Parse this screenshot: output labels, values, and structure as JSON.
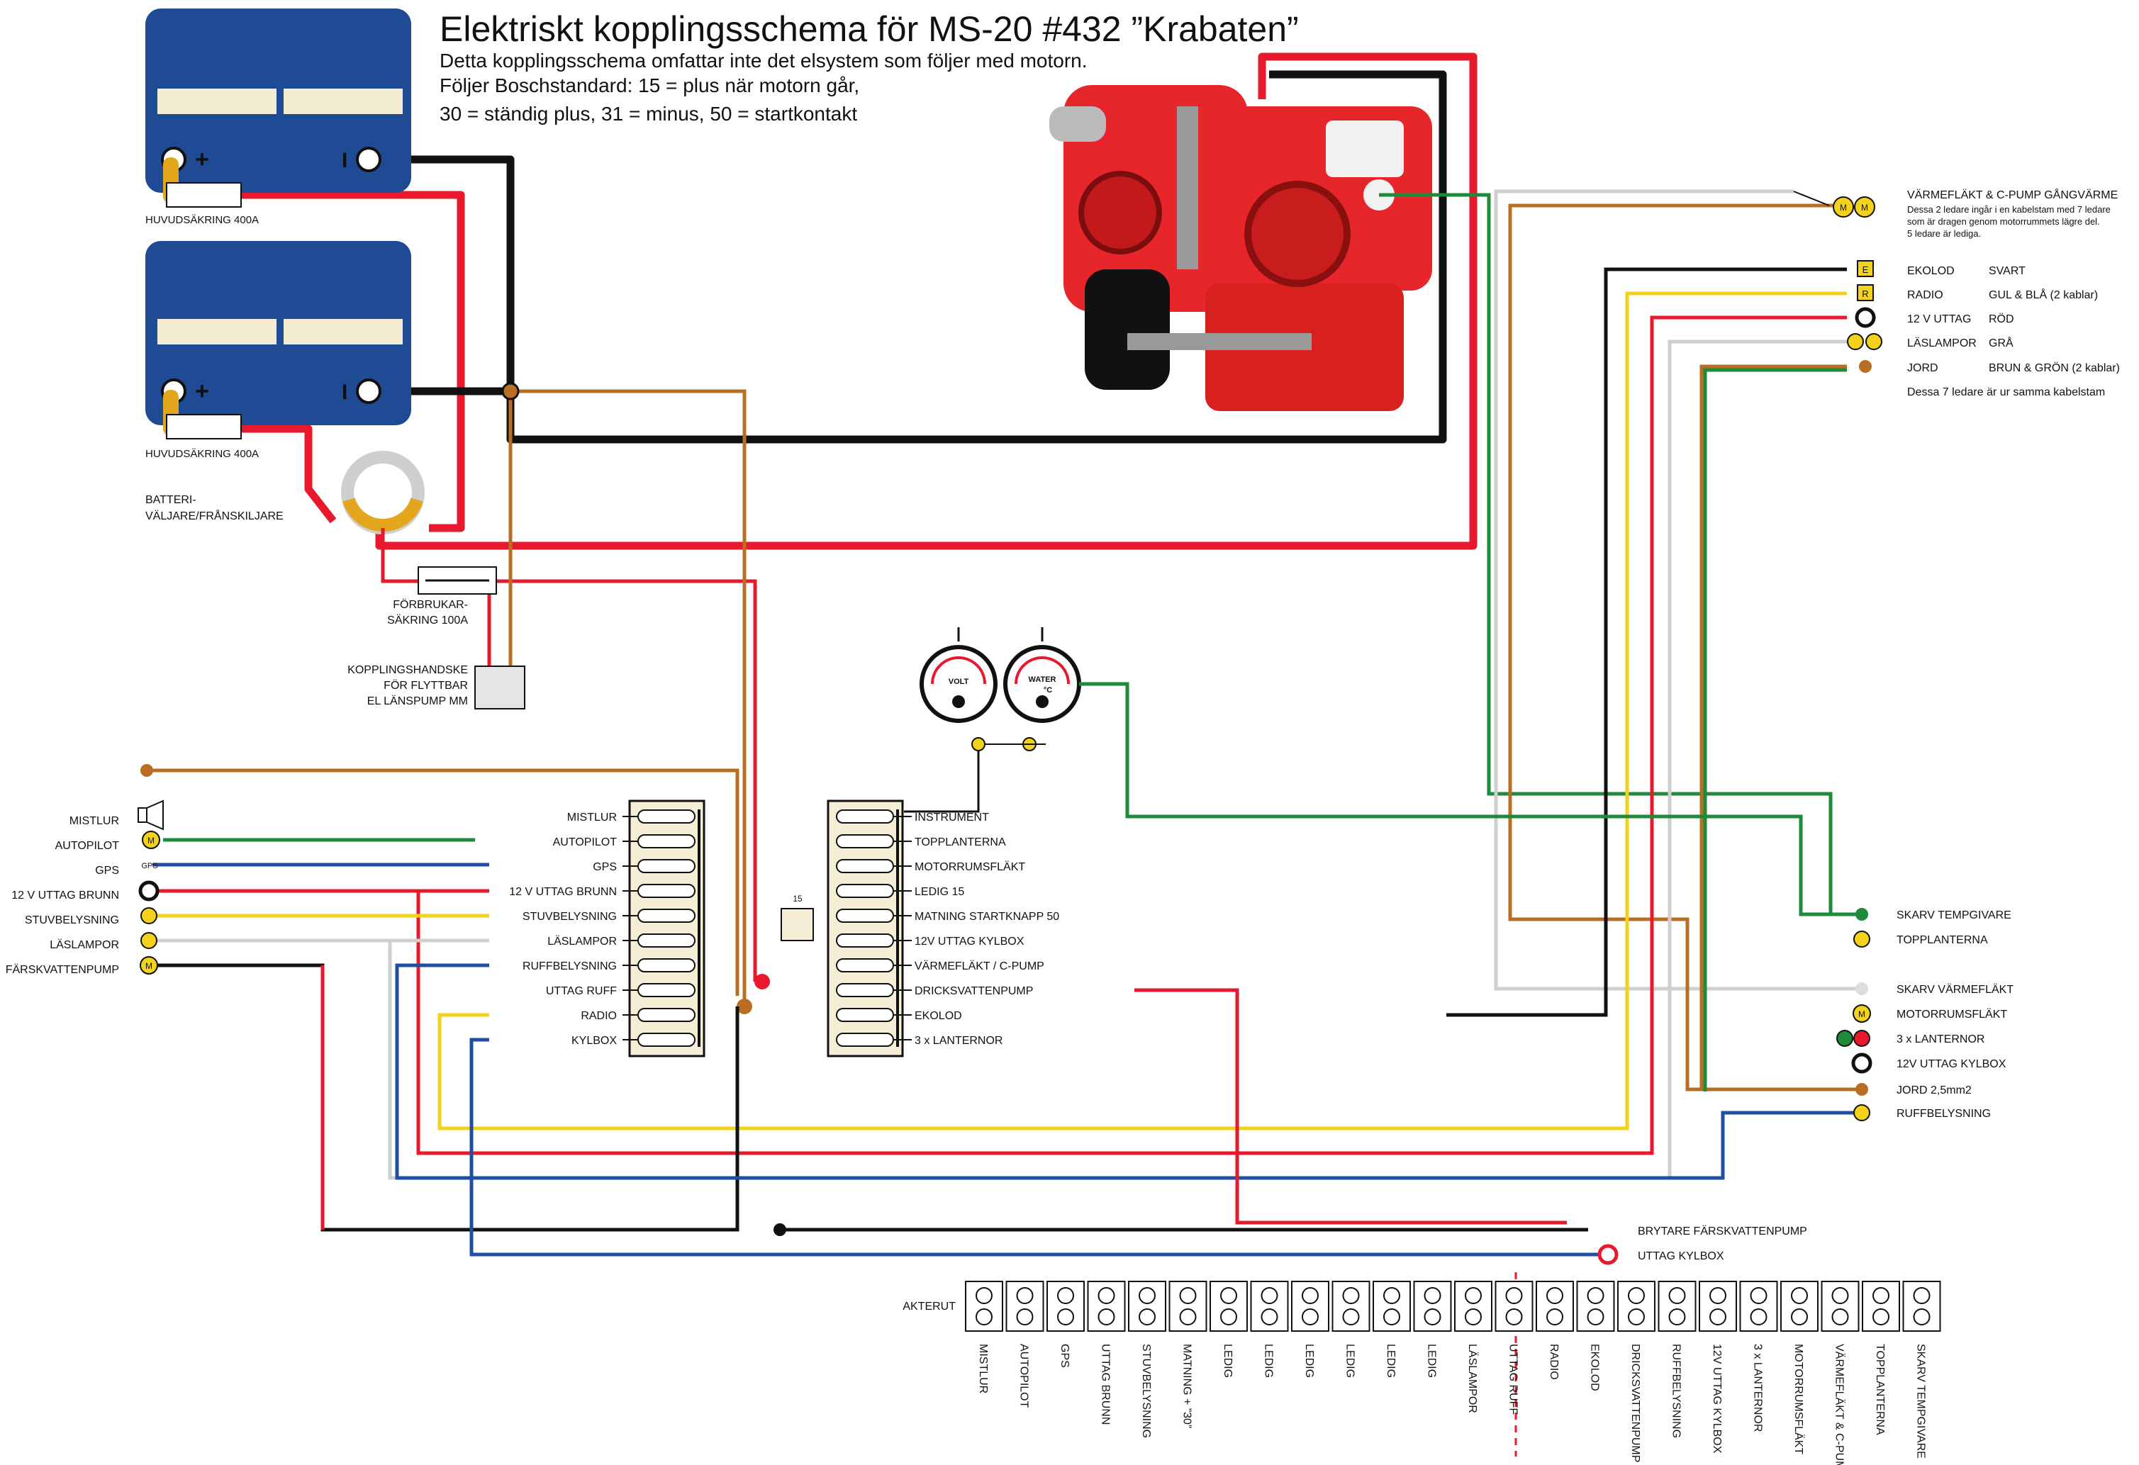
{
  "title": "Elektriskt kopplingsschema för MS-20 #432 ”Krabaten”",
  "subtitle_lines": [
    "Detta kopplingsschema omfattar inte det elsystem som följer med motorn.",
    "Följer Boschstandard: 15 = plus när motorn går,",
    "30 = ständig plus, 31 = minus, 50 = startkontakt"
  ],
  "batteries": {
    "fuse1": "HUVUDSÄKRING 400A",
    "fuse2": "HUVUDSÄKRING 400A",
    "plus": "+",
    "minus": "I"
  },
  "selector_label": [
    "BATTERI-",
    "VÄLJARE/FRÅNSKILJARE"
  ],
  "consumer_fuse": [
    "FÖRBRUKAR-",
    "SÄKRING 100A"
  ],
  "connector_label": [
    "KOPPLINGSHANDSKE",
    "FÖR FLYTTBAR",
    "EL LÄNSPUMP MM"
  ],
  "gauges": {
    "volt": "VOLT",
    "water": "WATER",
    "water_unit": "°C",
    "terminal15": "15"
  },
  "left_devices": [
    {
      "label": "MISTLUR",
      "icon": "horn"
    },
    {
      "label": "AUTOPILOT",
      "icon": "M"
    },
    {
      "label": "GPS",
      "icon": "GPS"
    },
    {
      "label": "12 V UTTAG BRUNN",
      "icon": "socket"
    },
    {
      "label": "STUVBELYSNING",
      "icon": "lamp"
    },
    {
      "label": "LÄSLAMPOR",
      "icon": "lamp"
    },
    {
      "label": "FÄRSKVATTENPUMP",
      "icon": "M"
    }
  ],
  "panel1_labels": [
    "MISTLUR",
    "AUTOPILOT",
    "GPS",
    "12 V UTTAG BRUNN",
    "STUVBELYSNING",
    "LÄSLAMPOR",
    "RUFFBELYSNING",
    "UTTAG RUFF",
    "RADIO",
    "KYLBOX"
  ],
  "panel2_labels": [
    "INSTRUMENT",
    "TOPPLANTERNA",
    "MOTORRUMSFLÄKT",
    "LEDIG 15",
    "MATNING STARTKNAPP 50",
    "12V UTTAG KYLBOX",
    "VÄRMEFLÄKT / C-PUMP",
    "DRICKSVATTENPUMP",
    "EKOLOD",
    "3 x LANTERNOR"
  ],
  "top_right": {
    "heater": "VÄRMEFLÄKT & C-PUMP GÅNGVÄRME",
    "heater_note": [
      "Dessa 2 ledare ingår i en kabelstam med 7 ledare",
      "som är dragen genom motorrummets lägre del.",
      "5 ledare är lediga."
    ],
    "items": [
      {
        "label": "EKOLOD",
        "color_name": "SVART",
        "icon": "E"
      },
      {
        "label": "RADIO",
        "color_name": "GUL & BLÅ (2 kablar)",
        "icon": "R"
      },
      {
        "label": "12 V UTTAG",
        "color_name": "RÖD",
        "icon": "socket"
      },
      {
        "label": "LÄSLAMPOR",
        "color_name": "GRÅ",
        "icon": "lamp2"
      },
      {
        "label": "JORD",
        "color_name": "BRUN & GRÖN (2 kablar)",
        "icon": "ground"
      }
    ],
    "note": "Dessa 7 ledare är ur samma kabelstam",
    "motor_icon": "M"
  },
  "right_items": [
    "SKARV TEMPGIVARE",
    "TOPPLANTERNA",
    "SKARV VÄRMEFLÄKT",
    "MOTORRUMSFLÄKT",
    "3 x LANTERNOR",
    "12V UTTAG KYLBOX",
    "JORD 2,5mm2",
    "RUFFBELYSNING"
  ],
  "bottom_items": {
    "switch": "BRYTARE FÄRSKVATTENPUMP",
    "socket": "UTTAG KYLBOX"
  },
  "aft_label": "AKTERUT",
  "terminals": [
    "MISTLUR",
    "AUTOPILOT",
    "GPS",
    "UTTAG BRUNN",
    "STUVBELYSNING",
    "MATNING + ”30”",
    "LEDIG",
    "LEDIG",
    "LEDIG",
    "LEDIG",
    "LEDIG",
    "LEDIG",
    "LÄSLAMPOR",
    "UTTAG RUFF",
    "RADIO",
    "EKOLOD",
    "DRICKSVATTENPUMP",
    "RUFFBELYSNING",
    "12V UTTAG KYLBOX",
    "3 x LANTERNOR",
    "MOTORRUMSFLÄKT",
    "VÄRMEFLÄKT & C-PUMP",
    "TOPPLANTERNA",
    "SKARV TEMPGIVARE"
  ],
  "colors": {
    "red": "#e8192c",
    "black": "#111111",
    "brown": "#b86f23",
    "green": "#1e8a3a",
    "blue": "#1f4fa0",
    "yellow": "#f2d21a",
    "gray": "#cfcfcf",
    "battery": "#1f4a94",
    "engine": "#e6262a"
  }
}
